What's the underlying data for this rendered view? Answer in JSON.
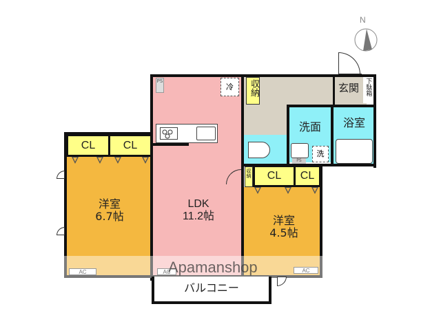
{
  "compass": {
    "label": "N"
  },
  "rooms": {
    "western_a": {
      "name": "洋室",
      "size": "6.7帖"
    },
    "ldk": {
      "name": "LDK",
      "size": "11.2帖"
    },
    "western_b": {
      "name": "洋室",
      "size": "4.5帖"
    },
    "entrance": {
      "name": "玄関"
    },
    "shoe_box": {
      "name": "下駄箱"
    },
    "washroom": {
      "name": "洗面"
    },
    "bathroom": {
      "name": "浴室"
    },
    "storage_main": {
      "name": "収納"
    },
    "storage_small": {
      "name": "収納"
    },
    "balcony": {
      "name": "バルコニー"
    }
  },
  "closets": [
    "CL",
    "CL",
    "CL",
    "CL"
  ],
  "fixtures": {
    "ps_top": "PS",
    "ps_wash": "PS",
    "fridge": "冷",
    "washer": "洗",
    "ac_a": "AC",
    "ac_ldk": "AC",
    "ac_b": "AC"
  },
  "watermark": "Apamanshop",
  "colors": {
    "western": "#f4b840",
    "ldk": "#f7b8b8",
    "wet": "#8ff0f8",
    "hall": "#d8d2c4",
    "closet": "#ffff88",
    "wall": "#111111"
  }
}
